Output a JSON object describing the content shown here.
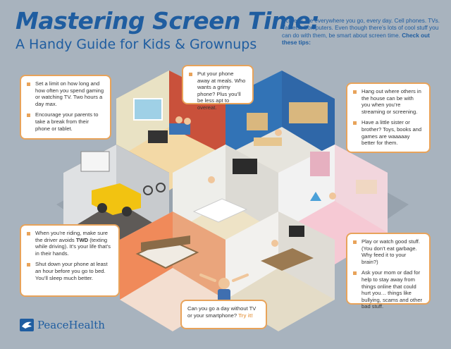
{
  "title": "Mastering Screen Time:",
  "subtitle": "A Handy Guide for Kids & Grownups",
  "intro": {
    "text": "Screens are everywhere you go, every day. Cell phones. TVs. Tablets. Computers. Even though there’s lots of cool stuff you can do with them, be smart about screen time.",
    "cta": "Check out these tips:"
  },
  "tips": {
    "top_left": [
      "Set a limit on how long and how often you spend gaming or watching TV. Two hours a day max.",
      "Encourage your parents to take a break from their phone or tablet."
    ],
    "top_center": [
      "Put your phone away at meals. Who wants a grimy phone? Plus you’ll be less apt to overeat."
    ],
    "top_right": [
      "Hang out where others in the house can be with you when you’re streaming or screening.",
      "Have a little sister or brother? Toys, books and games are waaaaay better for them."
    ],
    "bottom_left": {
      "item1_before": "When you’re riding, make sure the driver avoids ",
      "item1_bold": "TWD",
      "item1_after": " (texting while driving). It’s your life that’s in their hands.",
      "item2": "Shut down your phone at least an hour before you go to bed. You’ll sleep much better."
    },
    "bottom_right": [
      "Play or watch good stuff. (You don’t eat garbage. Why feed it to your brain?)",
      "Ask your mom or dad for help to stay away from things online that could hurt you… things like bullying, scams and other bad stuff."
    ],
    "bottom_center": {
      "question": "Can you go a day without TV or your smartphone?",
      "try": "Try it!"
    }
  },
  "logo": {
    "text": "PeaceHealth",
    "icon": "dove-icon"
  },
  "colors": {
    "background": "#a8b3be",
    "title": "#1f5da0",
    "accent": "#e8a35a"
  }
}
